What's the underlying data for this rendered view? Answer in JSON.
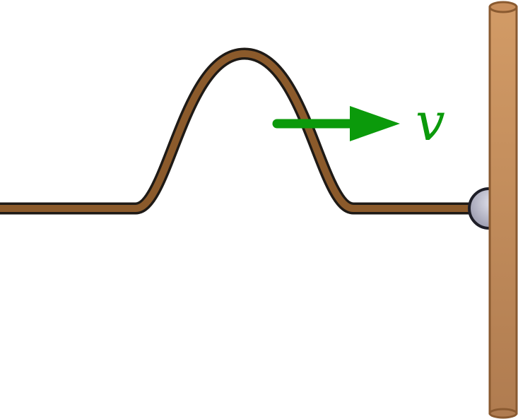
{
  "diagram": {
    "velocity_label": "v",
    "colors": {
      "background": "#ffffff",
      "string_fill": "#8b5a2b",
      "string_outline": "#1e1a16",
      "arrow": "#0b9a0b",
      "pole_light": "#d29b66",
      "pole_dark": "#b07c50",
      "pole_outline": "#8a5a30",
      "ring_light": "#e4e4ee",
      "ring_dark": "#8f8fa4",
      "ring_outline": "#1e1e28"
    },
    "icons": {
      "arrow": "right-arrow-icon",
      "pole": "vertical-rod",
      "ring": "sliding-ring"
    }
  }
}
